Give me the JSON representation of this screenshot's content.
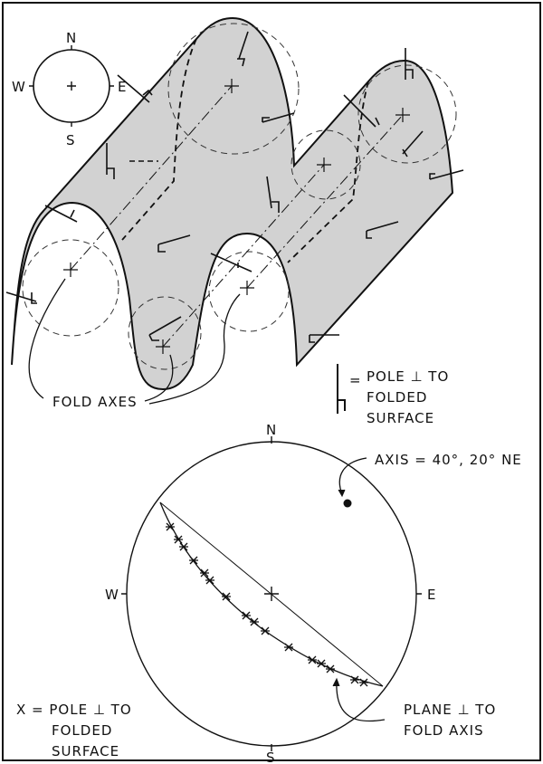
{
  "compass": {
    "n": "N",
    "s": "S",
    "w": "W",
    "e": "E"
  },
  "block_diagram": {
    "fold_axes_label": "FOLD AXES",
    "legend": {
      "line1": "POLE ⊥ TO",
      "line2": "FOLDED",
      "line3": "SURFACE",
      "equals": "="
    }
  },
  "stereonet": {
    "n": "N",
    "s": "S",
    "w": "W",
    "e": "E",
    "axis_label": "AXIS = 40°, 20° NE",
    "pole_legend": {
      "line1": "X = POLE ⊥ TO",
      "line2": "FOLDED",
      "line3": "SURFACE"
    },
    "plane_label": {
      "line1": "PLANE ⊥ TO",
      "line2": "FOLD AXIS"
    },
    "fold_axis": {
      "trend_deg": 40,
      "plunge_deg": 20,
      "direction": "NE"
    }
  },
  "colors": {
    "surface": "#d2d2d2",
    "ink": "#111111"
  }
}
